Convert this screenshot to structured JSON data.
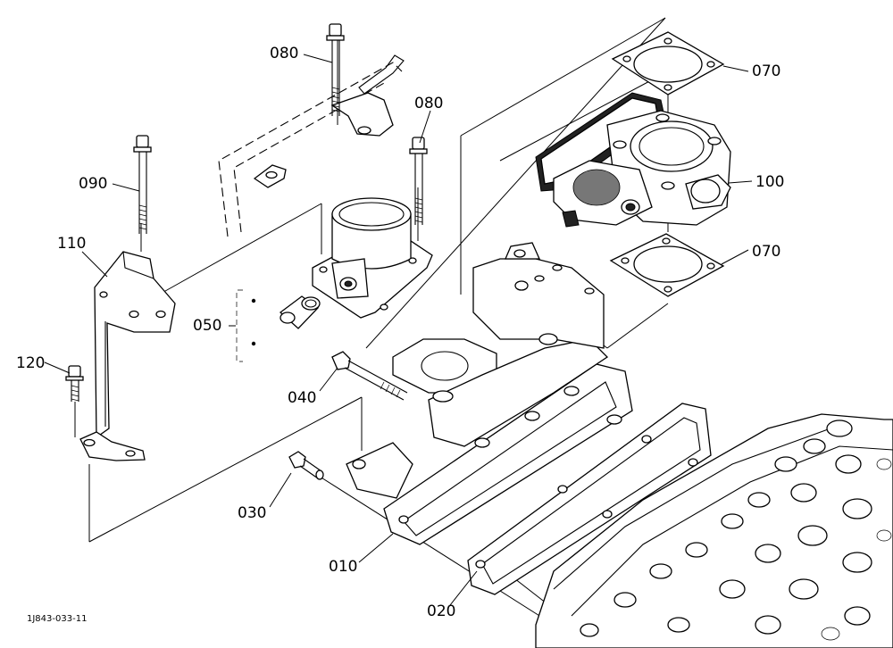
{
  "labels": {
    "p010": "010",
    "p020": "020",
    "p030": "030",
    "p040": "040",
    "p050": "050",
    "p070_top": "070",
    "p070_bottom": "070",
    "p080_left": "080",
    "p080_right": "080",
    "p090": "090",
    "p100": "100",
    "p110": "110",
    "p120": "120"
  },
  "drawing_code": "1J843-033-11"
}
